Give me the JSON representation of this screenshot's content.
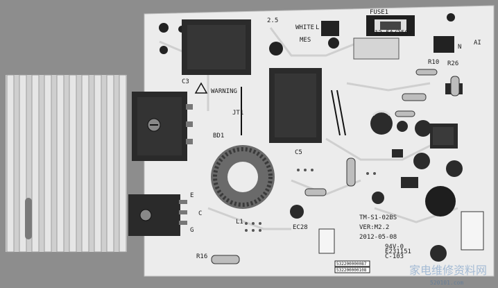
{
  "image": {
    "kind": "photo",
    "colors": {
      "background": "#8a8a8a",
      "board": "#ebebeb",
      "heatsink": "#d2d2d2",
      "component_dark": "#2a2a2a",
      "trace": "#c9c9c9"
    }
  },
  "labels": {
    "l_top": "2.5",
    "white": "WHITE",
    "mes": "MES",
    "l": "L",
    "fuse": "FUSE1",
    "fuse_rating": "12.5A/250V",
    "n": "N",
    "ai": "AI",
    "c3": "C3",
    "warning": "WARNING",
    "jt1": "JT1",
    "bd1": "BD1",
    "c5": "C5",
    "e": "E",
    "c": "C",
    "g": "G",
    "l1": "L1",
    "ec28": "EC28",
    "r16": "R16",
    "r10": "R10",
    "r26": "R26",
    "model": "TM-S1-02BS",
    "version": "VER:M2.2",
    "date": "2012-05-08",
    "cert_line1": "94V-0",
    "cert_line2": "E231151",
    "cert_line3": "C-103",
    "barcode1": "532200000087",
    "barcode2": "532200000108",
    "watermark": "家电维修资料网",
    "watermark_url": "520101.com"
  }
}
